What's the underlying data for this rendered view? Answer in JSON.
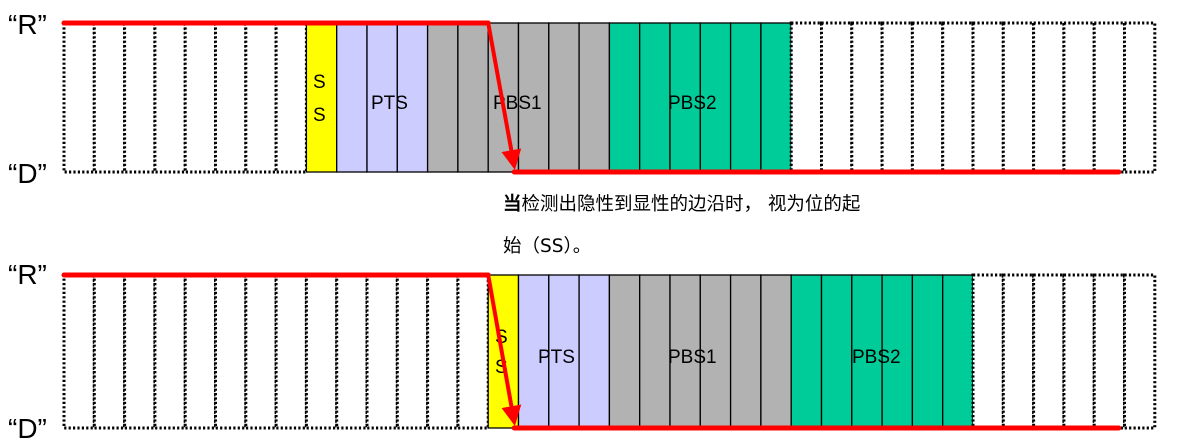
{
  "colors": {
    "ss": "#ffff00",
    "pts": "#ccccff",
    "pbs1": "#b2b2b2",
    "pbs2": "#00cc99",
    "signal": "#ff0000",
    "border": "#000000"
  },
  "levels": {
    "recessive": "“R”",
    "dominant": "“D”"
  },
  "segment_labels": {
    "ss_char1": "S",
    "ss_char2": "S",
    "pts": "PTS",
    "pbs1": "PBS1",
    "pbs2": "PBS2"
  },
  "caption": {
    "lead": "当",
    "line1_rest": "检测出隐性到显性的边沿时， 视为位的起",
    "line2": "始（SS）。"
  },
  "timelines": [
    {
      "edge_slot": 14,
      "segments": [
        {
          "kind": "idle",
          "slots": 8
        },
        {
          "kind": "ss",
          "slots": 1
        },
        {
          "kind": "pts",
          "slots": 3
        },
        {
          "kind": "pbs1",
          "slots": 6
        },
        {
          "kind": "pbs2",
          "slots": 6
        },
        {
          "kind": "idle",
          "slots": 12
        }
      ]
    },
    {
      "edge_slot": 14,
      "segments": [
        {
          "kind": "idle",
          "slots": 14
        },
        {
          "kind": "ss",
          "slots": 1
        },
        {
          "kind": "pts",
          "slots": 3
        },
        {
          "kind": "pbs1",
          "slots": 6
        },
        {
          "kind": "pbs2",
          "slots": 6
        },
        {
          "kind": "idle",
          "slots": 6
        }
      ]
    }
  ]
}
